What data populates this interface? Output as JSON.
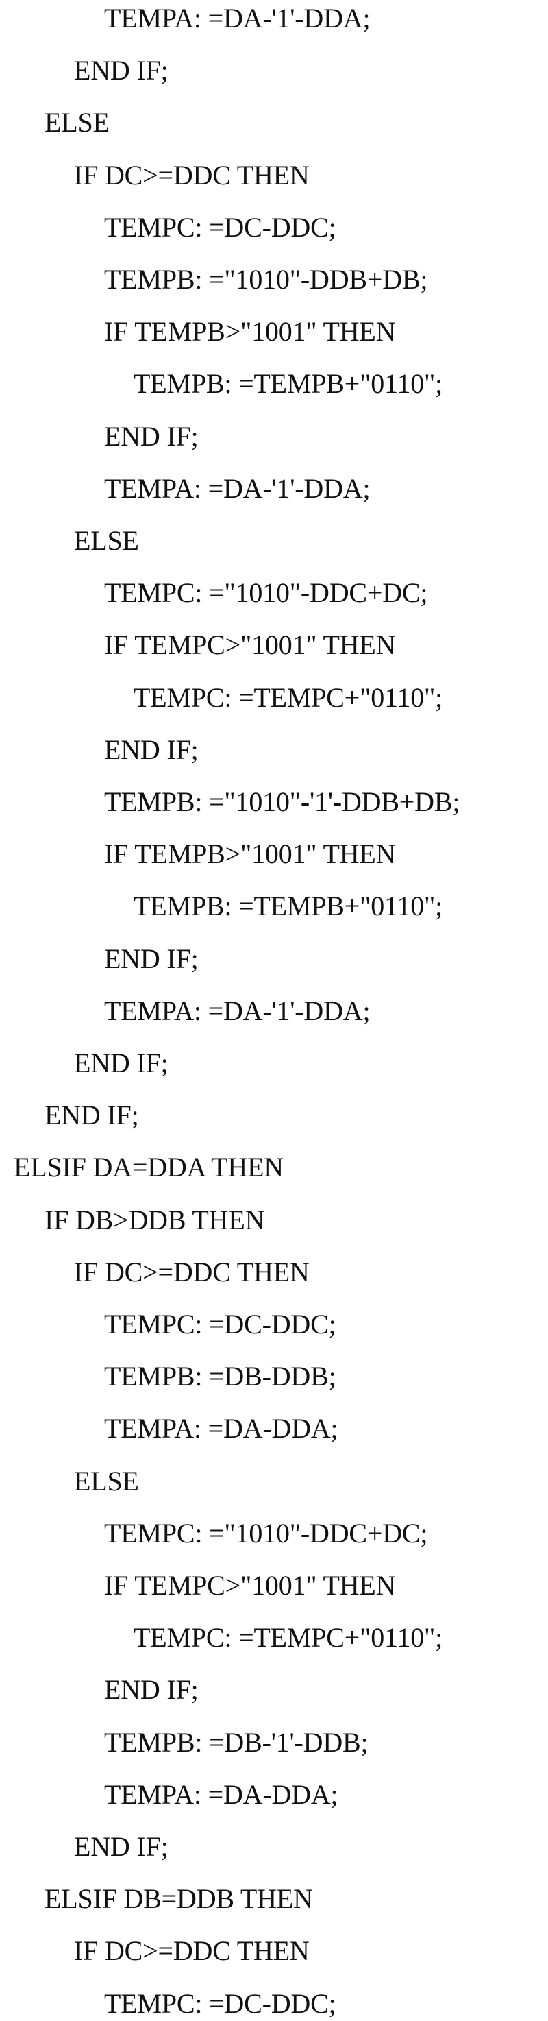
{
  "code_lines": [
    {
      "indent": 4,
      "text": "TEMPA: =DA-'1'-DDA;"
    },
    {
      "indent": 3,
      "text": "END IF;"
    },
    {
      "indent": 2,
      "text": "ELSE"
    },
    {
      "indent": 3,
      "text": "IF DC>=DDC THEN"
    },
    {
      "indent": 4,
      "text": "TEMPC: =DC-DDC;"
    },
    {
      "indent": 4,
      "text": "TEMPB: =\"1010\"-DDB+DB;"
    },
    {
      "indent": 4,
      "text": "IF TEMPB>\"1001\" THEN"
    },
    {
      "indent": 5,
      "text": "TEMPB: =TEMPB+\"0110\";"
    },
    {
      "indent": 4,
      "text": "END IF;"
    },
    {
      "indent": 4,
      "text": "TEMPA: =DA-'1'-DDA;"
    },
    {
      "indent": 3,
      "text": "ELSE"
    },
    {
      "indent": 4,
      "text": "TEMPC: =\"1010\"-DDC+DC;"
    },
    {
      "indent": 4,
      "text": "IF TEMPC>\"1001\" THEN"
    },
    {
      "indent": 5,
      "text": "TEMPC: =TEMPC+\"0110\";"
    },
    {
      "indent": 4,
      "text": "END IF;"
    },
    {
      "indent": 4,
      "text": "TEMPB: =\"1010\"-'1'-DDB+DB;"
    },
    {
      "indent": 4,
      "text": "IF TEMPB>\"1001\" THEN"
    },
    {
      "indent": 5,
      "text": "TEMPB: =TEMPB+\"0110\";"
    },
    {
      "indent": 4,
      "text": "END IF;"
    },
    {
      "indent": 4,
      "text": "TEMPA: =DA-'1'-DDA;"
    },
    {
      "indent": 3,
      "text": "END IF;"
    },
    {
      "indent": 2,
      "text": "END IF;"
    },
    {
      "indent": 1,
      "text": "ELSIF DA=DDA THEN"
    },
    {
      "indent": 2,
      "text": "IF DB>DDB THEN"
    },
    {
      "indent": 3,
      "text": "IF DC>=DDC THEN"
    },
    {
      "indent": 4,
      "text": "TEMPC: =DC-DDC;"
    },
    {
      "indent": 4,
      "text": "TEMPB: =DB-DDB;"
    },
    {
      "indent": 4,
      "text": "TEMPA: =DA-DDA;"
    },
    {
      "indent": 3,
      "text": "ELSE"
    },
    {
      "indent": 4,
      "text": "TEMPC: =\"1010\"-DDC+DC;"
    },
    {
      "indent": 4,
      "text": "IF TEMPC>\"1001\" THEN"
    },
    {
      "indent": 5,
      "text": "TEMPC: =TEMPC+\"0110\";"
    },
    {
      "indent": 4,
      "text": "END IF;"
    },
    {
      "indent": 4,
      "text": "TEMPB: =DB-'1'-DDB;"
    },
    {
      "indent": 4,
      "text": "TEMPA: =DA-DDA;"
    },
    {
      "indent": 3,
      "text": "END IF;"
    },
    {
      "indent": 2,
      "text": "ELSIF DB=DDB THEN"
    },
    {
      "indent": 3,
      "text": "IF DC>=DDC THEN"
    },
    {
      "indent": 4,
      "text": "TEMPC: =DC-DDC;"
    }
  ]
}
